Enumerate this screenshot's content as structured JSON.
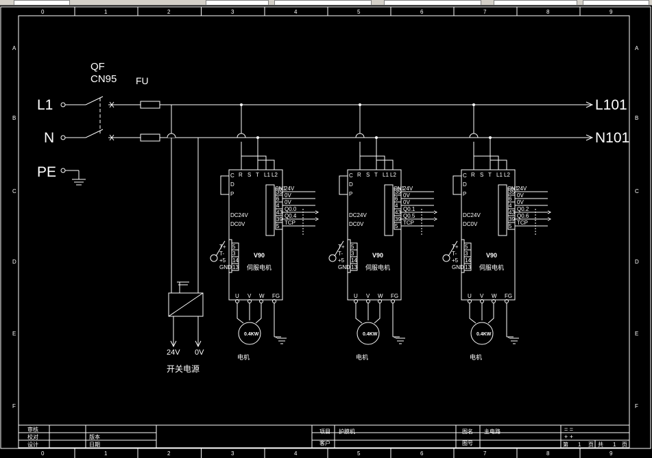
{
  "grid": {
    "columns": [
      "0",
      "1",
      "2",
      "3",
      "4",
      "5",
      "6",
      "7",
      "8",
      "9"
    ],
    "rows": [
      "A",
      "B",
      "C",
      "D",
      "E",
      "F"
    ]
  },
  "power": {
    "breaker_label": "QF",
    "breaker_model": "CN95",
    "fuse_label": "FU",
    "line_in": "L1",
    "neutral_in": "N",
    "earth": "PE",
    "line_out": "L101",
    "neutral_out": "N101"
  },
  "psu": {
    "out_pos": "24V",
    "out_neg": "0V",
    "caption": "开关电源"
  },
  "drives": [
    {
      "top_terms": [
        "R",
        "S",
        "T",
        "L1",
        "L2"
      ],
      "left_terms": [
        "C",
        "D",
        "P"
      ],
      "dc_pos": "DC24V",
      "dc_neg": "DC0V",
      "cn_label": "CN1",
      "cn_pins": [
        "35",
        "6",
        "4",
        "43",
        "39",
        "5"
      ],
      "cn_signals": [
        "24V",
        "0V",
        "0V",
        "Q0.0",
        "Q0.4",
        "TCP"
      ],
      "enc_pins": [
        "5",
        "3",
        "14",
        "13"
      ],
      "enc_signals": [
        "T+",
        "T-",
        "+5",
        "GND"
      ],
      "model": "V90",
      "name": "伺服电机",
      "out_terms": [
        "U",
        "V",
        "W",
        "FG"
      ],
      "motor_rating": "0.4KW",
      "motor_caption": "电机"
    },
    {
      "top_terms": [
        "R",
        "S",
        "T",
        "L1",
        "L2"
      ],
      "left_terms": [
        "C",
        "D",
        "P"
      ],
      "dc_pos": "DC24V",
      "dc_neg": "DC0V",
      "cn_label": "CN1",
      "cn_pins": [
        "35",
        "6",
        "4",
        "43",
        "39",
        "5"
      ],
      "cn_signals": [
        "24V",
        "0V",
        "0V",
        "Q0.1",
        "Q0.5",
        "TCP"
      ],
      "enc_pins": [
        "5",
        "3",
        "14",
        "13"
      ],
      "enc_signals": [
        "T+",
        "T-",
        "+5",
        "GND"
      ],
      "model": "V90",
      "name": "伺服电机",
      "out_terms": [
        "U",
        "V",
        "W",
        "FG"
      ],
      "motor_rating": "0.4KW",
      "motor_caption": "电机"
    },
    {
      "top_terms": [
        "R",
        "S",
        "T",
        "L1",
        "L2"
      ],
      "left_terms": [
        "C",
        "D",
        "P"
      ],
      "dc_pos": "DC24V",
      "dc_neg": "DC0V",
      "cn_label": "CN1",
      "cn_pins": [
        "35",
        "6",
        "4",
        "43",
        "39",
        "5"
      ],
      "cn_signals": [
        "24V",
        "0V",
        "0V",
        "Q0.2",
        "Q0.6",
        "TCP"
      ],
      "enc_pins": [
        "5",
        "3",
        "14",
        "13"
      ],
      "enc_signals": [
        "T+",
        "T-",
        "+5",
        "GND"
      ],
      "model": "V90",
      "name": "伺服电机",
      "out_terms": [
        "U",
        "V",
        "W",
        "FG"
      ],
      "motor_rating": "0.4KW",
      "motor_caption": "电机"
    }
  ],
  "title_block": {
    "left": [
      "审核",
      "校对",
      "设计"
    ],
    "mid_labels": [
      "版本",
      "日期"
    ],
    "project_label": "项目",
    "project_value": "护膜机",
    "customer_label": "客户",
    "drawing_label": "图名",
    "drawing_value": "主电路",
    "drawing_no_label": "图号",
    "sheet_marks": [
      "= =",
      "+ +"
    ],
    "sheet_text": [
      "第",
      "1",
      "页",
      "共",
      "1",
      "页"
    ]
  },
  "colors": {
    "background": "#000000",
    "lines": "#ffffff",
    "frame": "#ffffff"
  }
}
